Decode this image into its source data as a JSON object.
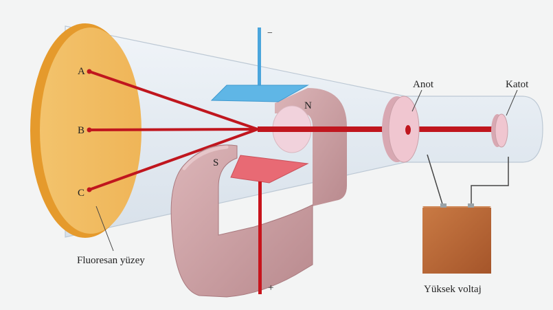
{
  "labels": {
    "point_a": "A",
    "point_b": "B",
    "point_c": "C",
    "north_pole": "N",
    "south_pole": "S",
    "minus_sign": "−",
    "plus_sign": "+",
    "anode": "Anot",
    "cathode": "Katot",
    "fluorescent_surface": "Fluoresan yüzey",
    "high_voltage": "Yüksek voltaj"
  },
  "colors": {
    "background": "#f3f4f4",
    "tube": "#e4ebf2",
    "screen": "#f0bd62",
    "screen_edge": "#e69a2a",
    "beam": "#c0161e",
    "magnet": "#c99ea2",
    "negative_plate": "#5fb1e2",
    "positive_plate": "#e86a74",
    "electrode": "#f0c6d0",
    "battery": "#b86432",
    "wire": "#444444"
  }
}
